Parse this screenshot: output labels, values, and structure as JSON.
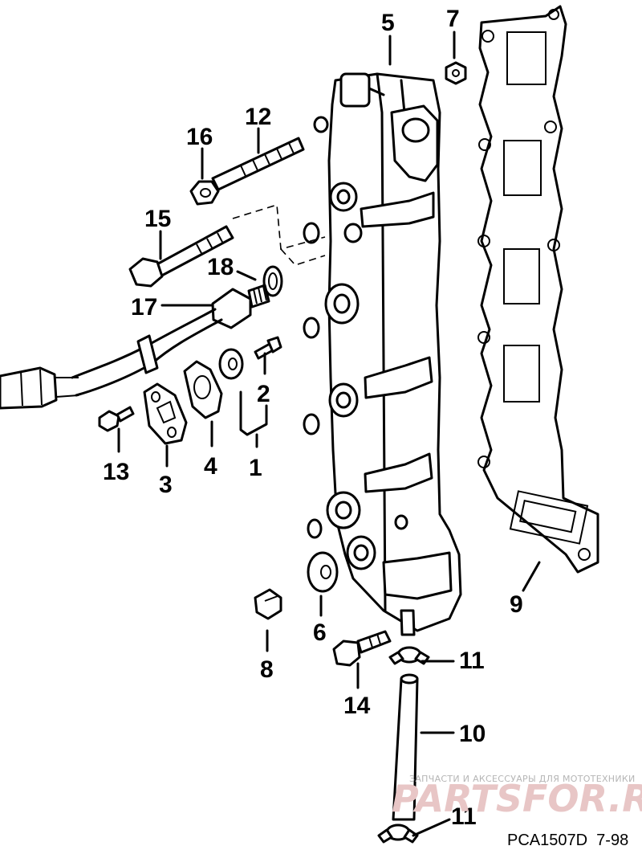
{
  "diagram": {
    "callouts": [
      {
        "id": "c1",
        "label": "1"
      },
      {
        "id": "c2",
        "label": "2"
      },
      {
        "id": "c3",
        "label": "3"
      },
      {
        "id": "c4",
        "label": "4"
      },
      {
        "id": "c5",
        "label": "5"
      },
      {
        "id": "c6",
        "label": "6"
      },
      {
        "id": "c7",
        "label": "7"
      },
      {
        "id": "c8",
        "label": "8"
      },
      {
        "id": "c9",
        "label": "9"
      },
      {
        "id": "c10",
        "label": "10"
      },
      {
        "id": "c11a",
        "label": "11"
      },
      {
        "id": "c11b",
        "label": "11"
      },
      {
        "id": "c12",
        "label": "12"
      },
      {
        "id": "c13",
        "label": "13"
      },
      {
        "id": "c14",
        "label": "14"
      },
      {
        "id": "c15",
        "label": "15"
      },
      {
        "id": "c16",
        "label": "16"
      },
      {
        "id": "c17",
        "label": "17"
      },
      {
        "id": "c18",
        "label": "18"
      }
    ],
    "drawing_code": "PCA1507D  7-98"
  },
  "watermark": {
    "tagline": "ЗАПЧАСТИ И АКСЕССУАРЫ ДЛЯ МОТОТЕХНИКИ",
    "brand": "PARTSFOR.RU"
  }
}
